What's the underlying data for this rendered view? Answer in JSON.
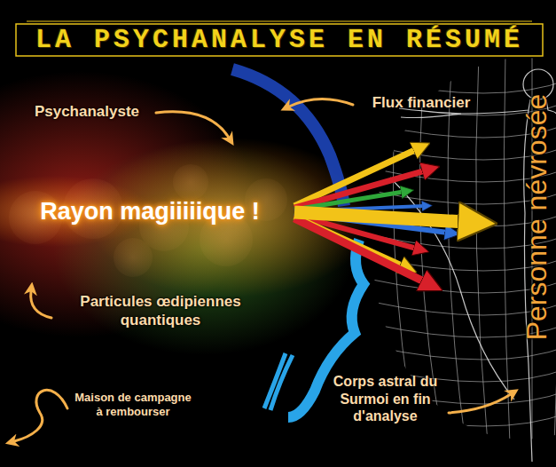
{
  "diagram": {
    "title": "LA PSYCHANALYSE EN RÉSUMÉ",
    "labels": [
      "Psychanalyste",
      "Flux financier",
      "Rayon magiiiiique !",
      "Particules œdipiennes quantiques",
      "Maison de campagne à rembourser",
      "Corps astral du Surmoi en fin d'analyse",
      "Personne névrosée"
    ]
  }
}
